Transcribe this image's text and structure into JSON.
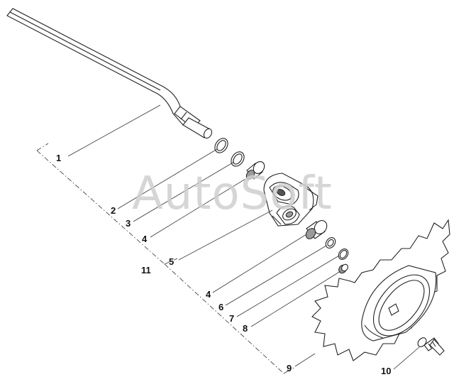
{
  "watermark": "AutoSoft",
  "callouts": {
    "c1": "1",
    "c2": "2",
    "c3": "3",
    "c4a": "4",
    "c5": "5",
    "c11": "11",
    "c4b": "4",
    "c6": "6",
    "c7": "7",
    "c8": "8",
    "c9": "9",
    "c10": "10"
  }
}
